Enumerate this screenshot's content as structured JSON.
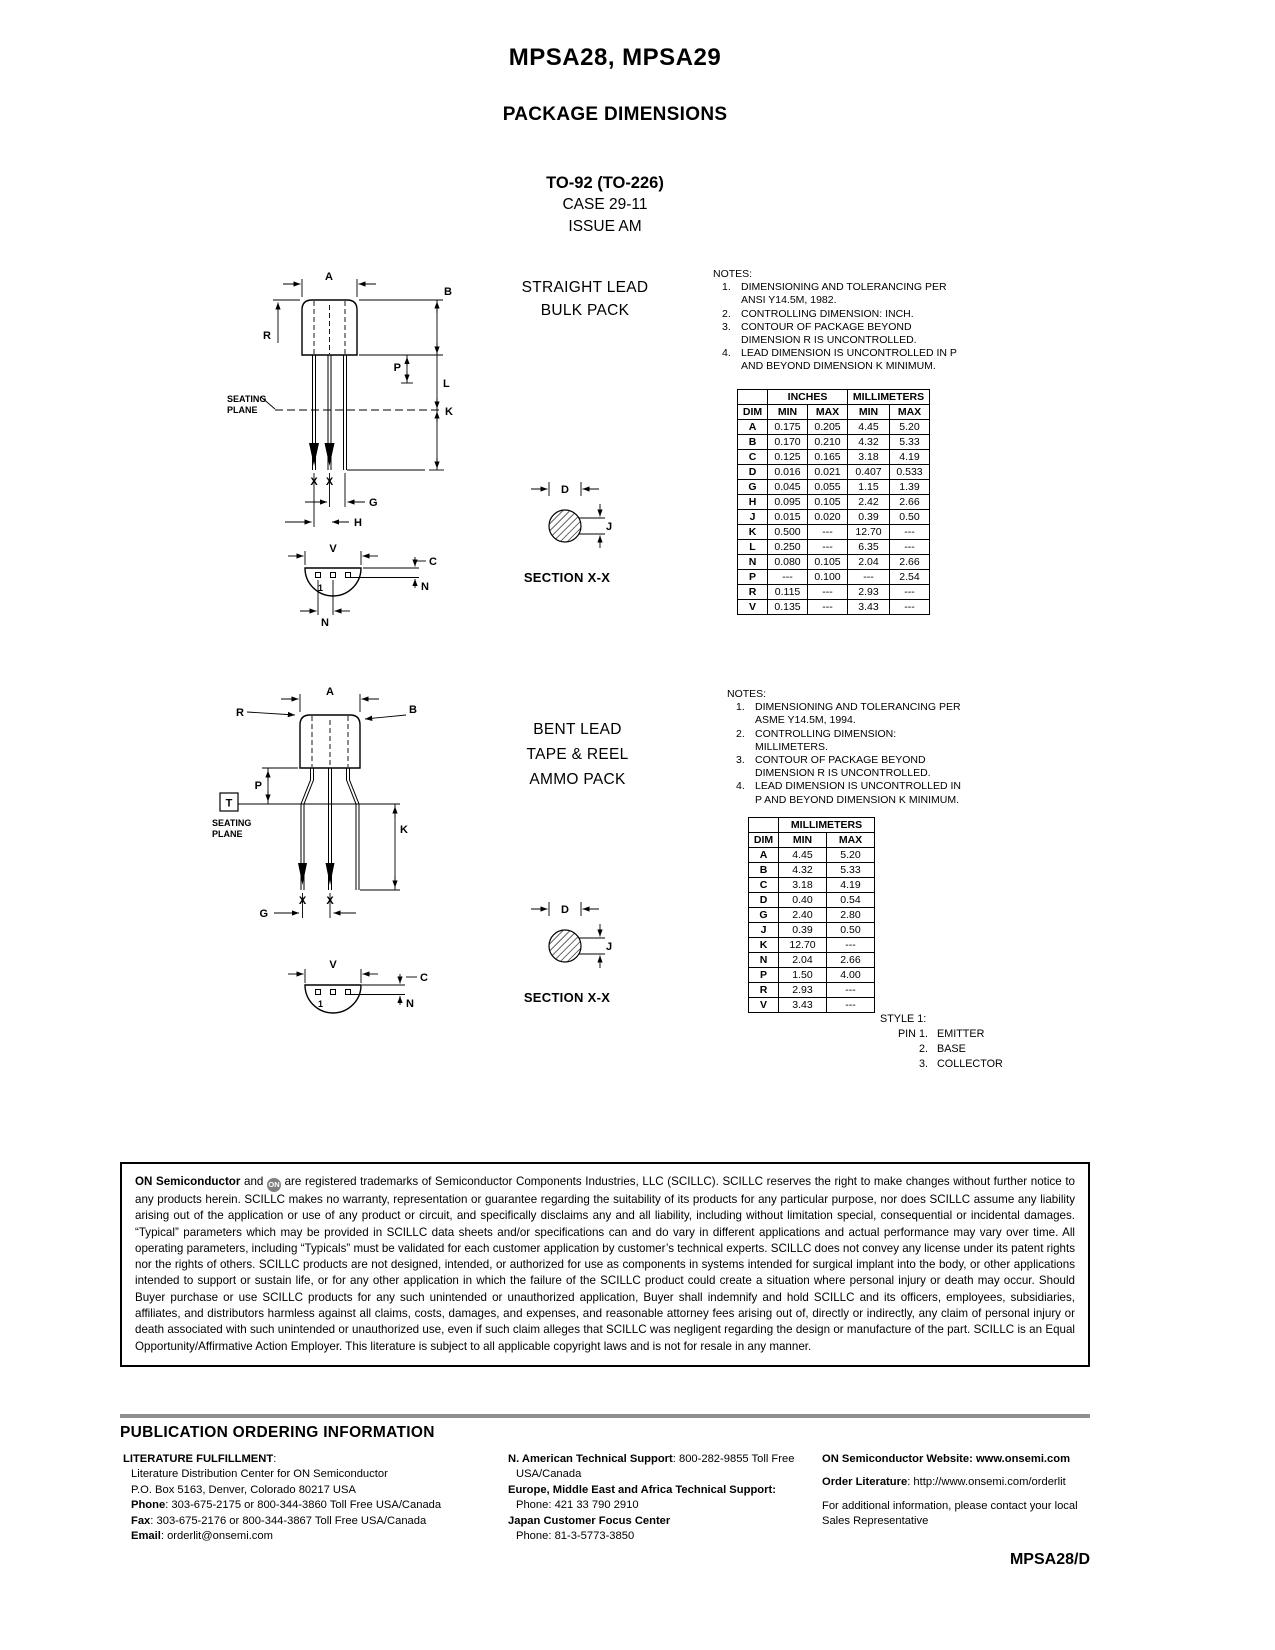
{
  "header": {
    "title": "MPSA28, MPSA29",
    "subtitle": "PACKAGE DIMENSIONS",
    "package": "TO-92 (TO-226)",
    "case_line": "CASE 29-11",
    "issue_line": "ISSUE AM"
  },
  "dims": {
    "a": "A",
    "b": "B",
    "c": "C",
    "d": "D",
    "g": "G",
    "h": "H",
    "j": "J",
    "k": "K",
    "l": "L",
    "n": "N",
    "p": "P",
    "r": "R",
    "t": "T",
    "v": "V",
    "x": "X",
    "pin_one": "1"
  },
  "seating": {
    "line1": "SEATING",
    "line2": "PLANE"
  },
  "straight": {
    "pack_line1": "STRAIGHT LEAD",
    "pack_line2": "BULK PACK",
    "section_label": "SECTION X-X",
    "notes_title": "NOTES:",
    "notes": [
      {
        "num": "1.",
        "text": "DIMENSIONING AND TOLERANCING PER ANSI Y14.5M, 1982."
      },
      {
        "num": "2.",
        "text": "CONTROLLING DIMENSION: INCH."
      },
      {
        "num": "3.",
        "text": "CONTOUR OF PACKAGE BEYOND DIMENSION R IS UNCONTROLLED."
      },
      {
        "num": "4.",
        "text": "LEAD DIMENSION IS UNCONTROLLED IN P AND BEYOND DIMENSION K MINIMUM."
      }
    ],
    "table": {
      "dim_header": "DIM",
      "inches_header": "INCHES",
      "mm_header": "MILLIMETERS",
      "min": "MIN",
      "max": "MAX",
      "rows": [
        {
          "d": "A",
          "i1": "0.175",
          "i2": "0.205",
          "m1": "4.45",
          "m2": "5.20"
        },
        {
          "d": "B",
          "i1": "0.170",
          "i2": "0.210",
          "m1": "4.32",
          "m2": "5.33"
        },
        {
          "d": "C",
          "i1": "0.125",
          "i2": "0.165",
          "m1": "3.18",
          "m2": "4.19"
        },
        {
          "d": "D",
          "i1": "0.016",
          "i2": "0.021",
          "m1": "0.407",
          "m2": "0.533"
        },
        {
          "d": "G",
          "i1": "0.045",
          "i2": "0.055",
          "m1": "1.15",
          "m2": "1.39"
        },
        {
          "d": "H",
          "i1": "0.095",
          "i2": "0.105",
          "m1": "2.42",
          "m2": "2.66"
        },
        {
          "d": "J",
          "i1": "0.015",
          "i2": "0.020",
          "m1": "0.39",
          "m2": "0.50"
        },
        {
          "d": "K",
          "i1": "0.500",
          "i2": "---",
          "m1": "12.70",
          "m2": "---"
        },
        {
          "d": "L",
          "i1": "0.250",
          "i2": "---",
          "m1": "6.35",
          "m2": "---"
        },
        {
          "d": "N",
          "i1": "0.080",
          "i2": "0.105",
          "m1": "2.04",
          "m2": "2.66"
        },
        {
          "d": "P",
          "i1": "---",
          "i2": "0.100",
          "m1": "---",
          "m2": "2.54"
        },
        {
          "d": "R",
          "i1": "0.115",
          "i2": "---",
          "m1": "2.93",
          "m2": "---"
        },
        {
          "d": "V",
          "i1": "0.135",
          "i2": "---",
          "m1": "3.43",
          "m2": "---"
        }
      ]
    }
  },
  "bent": {
    "pack_line1": "BENT LEAD",
    "pack_line2": "TAPE & REEL",
    "pack_line3": "AMMO PACK",
    "section_label": "SECTION X-X",
    "notes_title": "NOTES:",
    "notes": [
      {
        "num": "1.",
        "text": "DIMENSIONING AND TOLERANCING PER ASME Y14.5M, 1994."
      },
      {
        "num": "2.",
        "text": "CONTROLLING DIMENSION: MILLIMETERS."
      },
      {
        "num": "3.",
        "text": "CONTOUR OF PACKAGE BEYOND DIMENSION R IS UNCONTROLLED."
      },
      {
        "num": "4.",
        "text": "LEAD DIMENSION IS UNCONTROLLED IN P AND BEYOND DIMENSION K MINIMUM."
      }
    ],
    "table": {
      "dim_header": "DIM",
      "mm_header": "MILLIMETERS",
      "min": "MIN",
      "max": "MAX",
      "rows": [
        {
          "d": "A",
          "m1": "4.45",
          "m2": "5.20"
        },
        {
          "d": "B",
          "m1": "4.32",
          "m2": "5.33"
        },
        {
          "d": "C",
          "m1": "3.18",
          "m2": "4.19"
        },
        {
          "d": "D",
          "m1": "0.40",
          "m2": "0.54"
        },
        {
          "d": "G",
          "m1": "2.40",
          "m2": "2.80"
        },
        {
          "d": "J",
          "m1": "0.39",
          "m2": "0.50"
        },
        {
          "d": "K",
          "m1": "12.70",
          "m2": "---"
        },
        {
          "d": "N",
          "m1": "2.04",
          "m2": "2.66"
        },
        {
          "d": "P",
          "m1": "1.50",
          "m2": "4.00"
        },
        {
          "d": "R",
          "m1": "2.93",
          "m2": "---"
        },
        {
          "d": "V",
          "m1": "3.43",
          "m2": "---"
        }
      ]
    }
  },
  "style1": {
    "title": "STYLE 1:",
    "rows": [
      {
        "n": "PIN 1.",
        "t": "EMITTER"
      },
      {
        "n": "2.",
        "t": "BASE"
      },
      {
        "n": "3.",
        "t": "COLLECTOR"
      }
    ]
  },
  "legal": {
    "bold_name": "ON Semiconductor",
    "and_text": " and ",
    "logo_text": "ON",
    "body": " are registered trademarks of Semiconductor Components Industries, LLC (SCILLC).  SCILLC reserves the right to make changes without further notice to any products herein.  SCILLC makes no warranty, representation or guarantee regarding the suitability of its products for any particular purpose, nor does SCILLC assume any liability arising out of the application or use of any product or circuit, and specifically disclaims any and all liability, including without limitation special, consequential or incidental damages.  “Typical” parameters which may be provided in SCILLC data sheets and/or specifications can and do vary in different applications and actual performance may vary over time.  All operating parameters, including “Typicals” must be validated for each customer application by customer’s technical experts.  SCILLC does not convey any license under its patent rights nor the rights of others.  SCILLC products are not designed, intended, or authorized for use as components in systems intended for surgical implant into the body, or other applications intended to support or sustain life, or for any other application in which the failure of the SCILLC product could create a situation where personal injury or death may occur.  Should Buyer purchase or use SCILLC products for any such unintended or unauthorized application, Buyer shall indemnify and hold SCILLC and its officers, employees, subsidiaries, affiliates, and distributors harmless against all claims, costs, damages, and expenses, and reasonable attorney fees arising out of, directly or indirectly, any claim of personal injury or death associated with such unintended or unauthorized use, even if such claim alleges that SCILLC was negligent regarding the design or manufacture of the part.  SCILLC is an Equal Opportunity/Affirmative Action Employer.  This literature is subject to all applicable copyright laws and is not for resale in any manner."
  },
  "footer": {
    "pub_heading": "PUBLICATION ORDERING INFORMATION",
    "lit": {
      "heading": "LITERATURE FULFILLMENT",
      "heading_colon": ":",
      "line1": "Literature Distribution Center for ON Semiconductor",
      "line2": "P.O. Box 5163, Denver, Colorado 80217 USA",
      "phone_label": "Phone",
      "phone_text": ": 303-675-2175 or 800-344-3860 Toll Free USA/Canada",
      "fax_label": "Fax",
      "fax_text": ": 303-675-2176 or 800-344-3867 Toll Free USA/Canada",
      "email_label": "Email",
      "email_text": ": orderlit@onsemi.com"
    },
    "support": {
      "na_label": "N. American Technical Support",
      "na_text": ": 800-282-9855 Toll Free",
      "na_line2": "USA/Canada",
      "emea_label": "Europe, Middle East and Africa Technical Support:",
      "emea_phone": "Phone: 421 33 790 2910",
      "japan_label": "Japan Customer Focus Center",
      "japan_phone": "Phone: 81-3-5773-3850"
    },
    "web": {
      "site_label": "ON Semiconductor Website",
      "site_value": ": www.onsemi.com",
      "order_label": "Order Literature",
      "order_text": ": http://www.onsemi.com/orderlit",
      "info": "For additional information, please contact your local Sales Representative"
    },
    "doc_code": "MPSA28/D"
  }
}
